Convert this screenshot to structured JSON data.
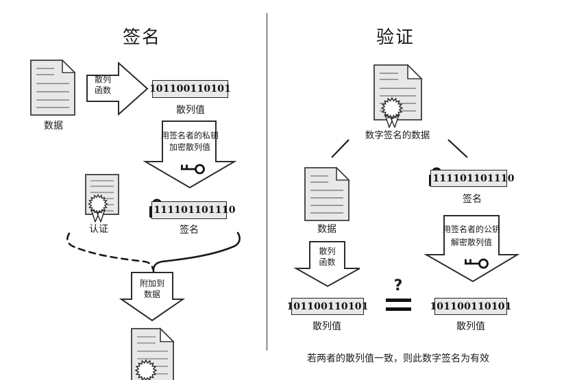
{
  "sign": {
    "title": "签名",
    "data_label": "数据",
    "hash_fn_line1": "散列",
    "hash_fn_line2": "函数",
    "hash_value": "101100110101",
    "hash_value_label": "散列值",
    "encrypt_line1": "用签名者的私钥",
    "encrypt_line2": "加密散列值",
    "cert_label": "认证",
    "signature_value": "111101101110",
    "signature_label": "签名",
    "append_line1": "附加到",
    "append_line2": "数据"
  },
  "verify": {
    "title": "验证",
    "signed_data_label": "数字签名的数据",
    "data_label": "数据",
    "hash_fn_line1": "散列",
    "hash_fn_line2": "函数",
    "signature_value": "111101101110",
    "signature_label": "签名",
    "decrypt_line1": "用签名者的公钥",
    "decrypt_line2": "解密散列值",
    "hash_value_left": "101100110101",
    "hash_value_left_label": "散列值",
    "hash_value_right": "101100110101",
    "hash_value_right_label": "散列值",
    "comparison_mark": "?",
    "footer_note": "若两者的散列值一致，则此数字签名为有效"
  },
  "colors": {
    "ink": "#1a1a1a",
    "shape_fill": "#e8e8e8",
    "background": "#ffffff"
  }
}
